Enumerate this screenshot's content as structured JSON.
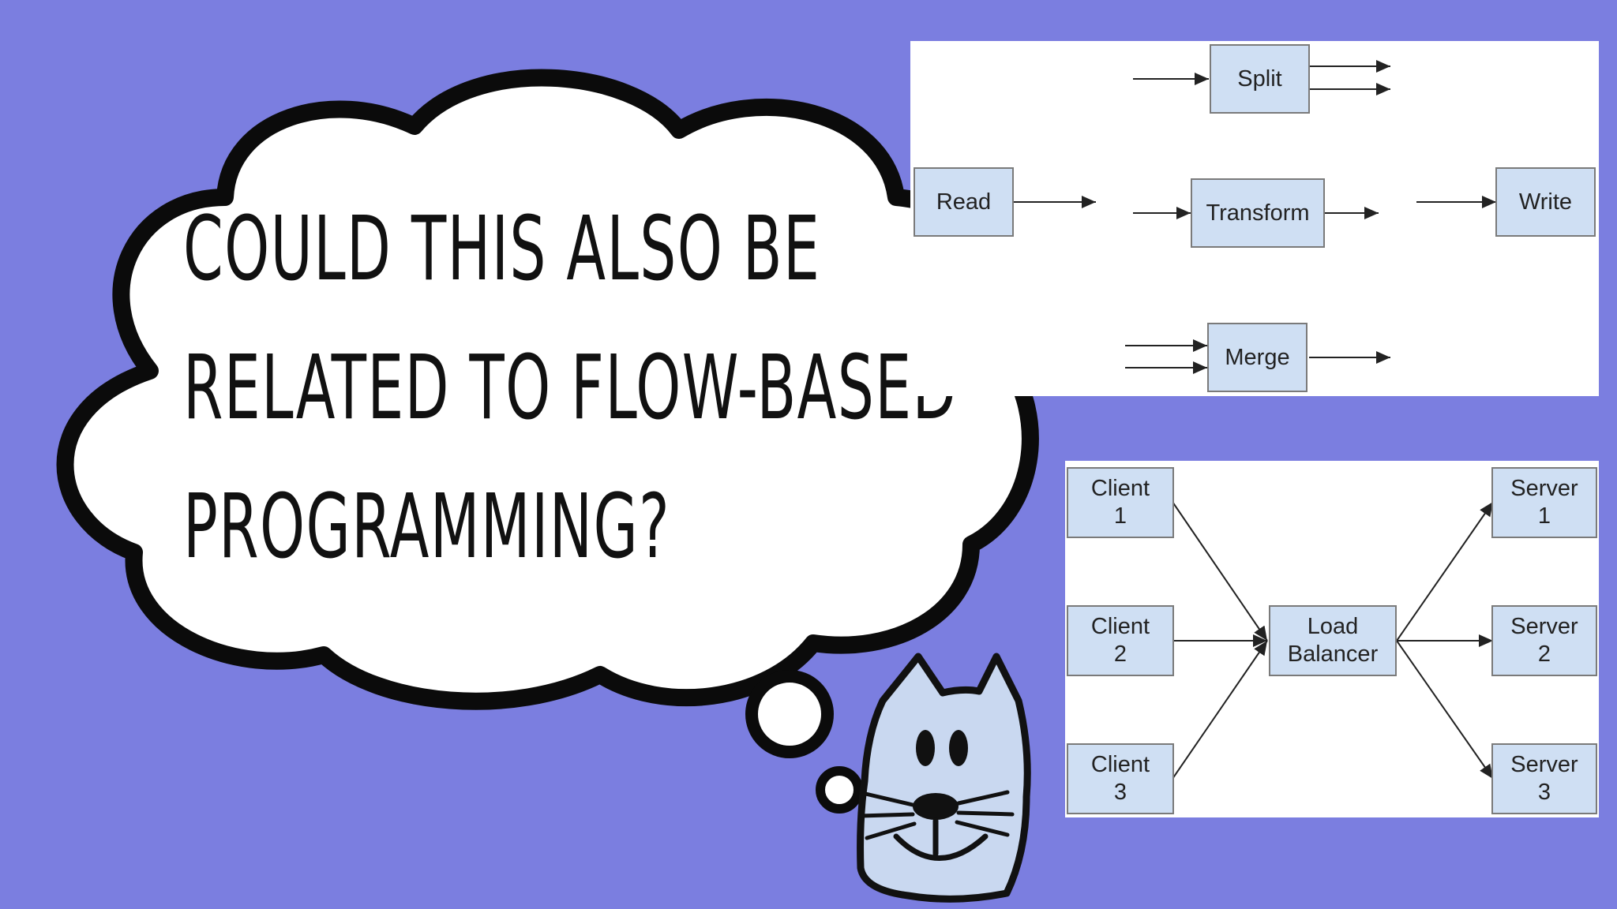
{
  "thought_bubble": {
    "lines": [
      "Could this also be",
      "related to flow-based",
      "programming?"
    ]
  },
  "pipeline_diagram": {
    "nodes": {
      "split": "Split",
      "read": "Read",
      "transform": "Transform",
      "write": "Write",
      "merge": "Merge"
    }
  },
  "load_balancer_diagram": {
    "clients": [
      {
        "line1": "Client",
        "line2": "1"
      },
      {
        "line1": "Client",
        "line2": "2"
      },
      {
        "line1": "Client",
        "line2": "3"
      }
    ],
    "balancer": {
      "line1": "Load",
      "line2": "Balancer"
    },
    "servers": [
      {
        "line1": "Server",
        "line2": "1"
      },
      {
        "line1": "Server",
        "line2": "2"
      },
      {
        "line1": "Server",
        "line2": "3"
      }
    ]
  },
  "colors": {
    "background": "#7b7ee0",
    "node_fill": "#cfdff3",
    "cat_fill": "#c9d8f0"
  }
}
